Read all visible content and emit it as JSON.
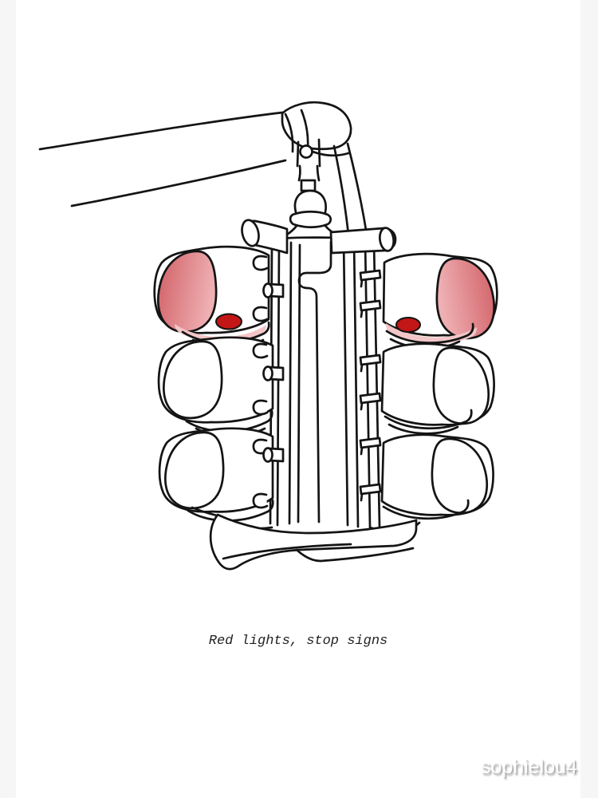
{
  "artwork": {
    "caption": "Red lights, stop signs",
    "watermark": "sophielou4",
    "lights_state": {
      "top_left": "red-lit",
      "top_right": "red-lit",
      "middle": "off",
      "bottom": "off"
    },
    "colors": {
      "page_background": "#f6f6f6",
      "canvas": "#ffffff",
      "line": "#141414",
      "red_dark": "#d05f65",
      "red_light": "#efb0b3",
      "red_soft_glow": "#f2c6c8",
      "red_bulb": "#c31616",
      "caption_text": "#222222",
      "watermark_text": "#ffffff"
    }
  }
}
